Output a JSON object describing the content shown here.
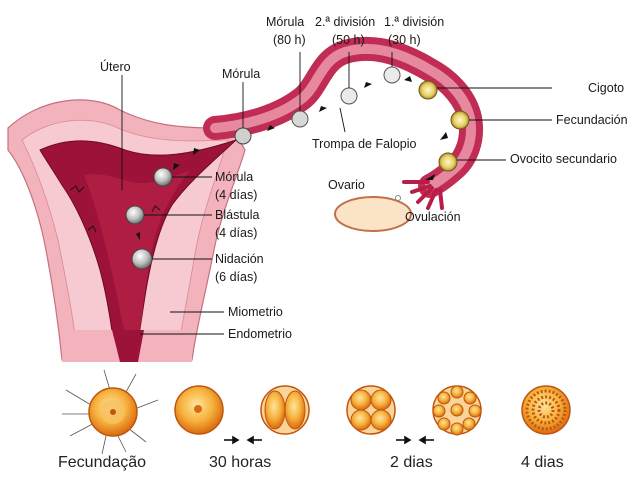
{
  "labels": {
    "utero": "Útero",
    "morula_top": "Mórula",
    "morula_80_a": "Mórula",
    "morula_80_b": "(80 h)",
    "div2_a": "2.ª división",
    "div2_b": "(50 h)",
    "div1_a": "1.ª división",
    "div1_b": "(30 h)",
    "cigoto": "Cigoto",
    "fecundacion": "Fecundación",
    "ovocito": "Ovocito secundario",
    "trompa": "Trompa de Falopio",
    "ovario": "Ovario",
    "ovulacion": "Ovulación",
    "morula4_a": "Mórula",
    "morula4_b": "(4 días)",
    "blastula_a": "Blástula",
    "blastula_b": "(4 días)",
    "nidacion_a": "Nidación",
    "nidacion_b": "(6 días)",
    "miometrio": "Miometrio",
    "endometrio": "Endometrio"
  },
  "stages": {
    "fecundacao": "Fecundação",
    "horas30": "30 horas",
    "dias2": "2 dias",
    "dias4": "4 dias"
  },
  "colors": {
    "uterus_outer": "#f3b8c0",
    "uterus_inner": "#9c1238",
    "ovary": "#fbe3c6",
    "cell": "#f29a2a"
  }
}
